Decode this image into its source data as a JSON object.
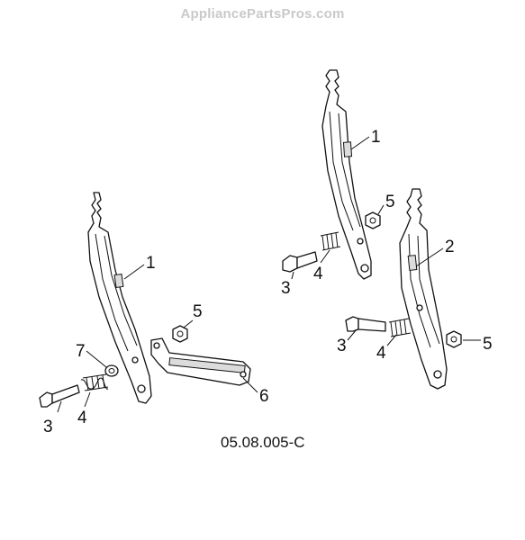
{
  "watermark": "AppliancePartsPros.com",
  "diagram_code": "05.08.005-C",
  "callouts": {
    "left_lever": "1",
    "left_nut": "5",
    "left_washer": "7",
    "left_bolt": "3",
    "left_spring": "4",
    "left_bracket": "6",
    "right_lever_top": "1",
    "right_nut_top": "5",
    "right_bolt_top": "3",
    "right_spring_top": "4",
    "right_lever_lower": "2",
    "right_bolt_lower": "3",
    "right_spring_lower": "4",
    "right_nut_lower": "5"
  }
}
